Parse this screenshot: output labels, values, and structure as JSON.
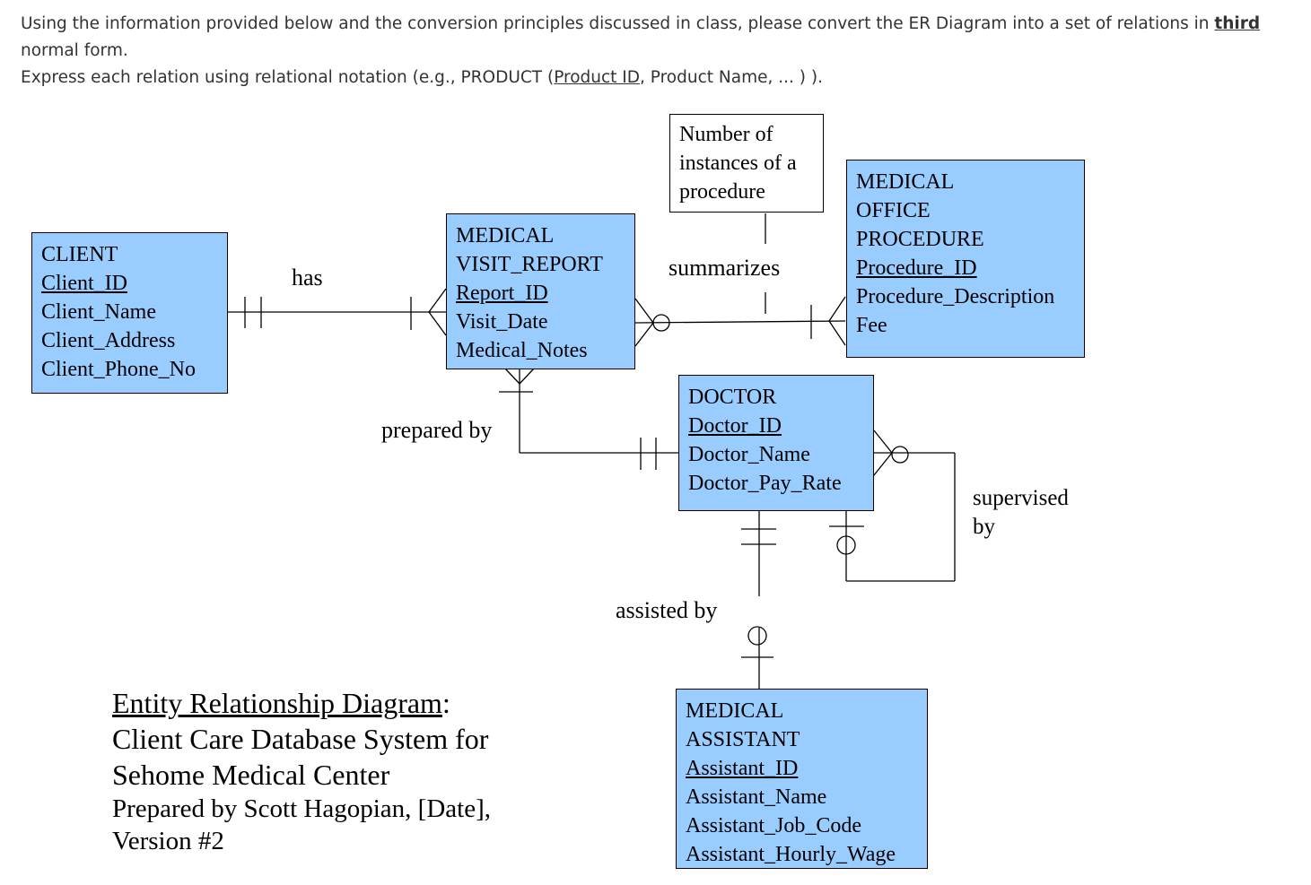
{
  "prompt": {
    "line1_pre": "Using the information provided below and the conversion principles discussed in class, please convert the ER Diagram into a set of relations in ",
    "line1_bold": "third",
    "line1_post": " normal form.",
    "line2_pre": "Express each relation using relational notation (e.g.,  PRODUCT (",
    "line2_key": "Product ID",
    "line2_post": ", Product Name, ... ) )."
  },
  "entities": {
    "client": {
      "name": "CLIENT",
      "key": "Client_ID",
      "attrs": [
        "Client_Name",
        "Client_Address",
        "Client_Phone_No"
      ]
    },
    "visit": {
      "name1": "MEDICAL",
      "name2": "VISIT_REPORT",
      "key": "Report_ID",
      "attrs": [
        "Visit_Date",
        "Medical_Notes"
      ]
    },
    "procedure": {
      "name1": "MEDICAL",
      "name2": "OFFICE",
      "name3": "PROCEDURE",
      "key": "Procedure_ID",
      "attrs": [
        "Procedure_Description",
        "Fee"
      ]
    },
    "doctor": {
      "name": "DOCTOR",
      "key": "Doctor_ID",
      "attrs": [
        "Doctor_Name",
        "Doctor_Pay_Rate"
      ]
    },
    "assistant": {
      "name1": "MEDICAL",
      "name2": "ASSISTANT",
      "key": "Assistant_ID",
      "attrs": [
        "Assistant_Name",
        "Assistant_Job_Code",
        "Assistant_Hourly_Wage"
      ]
    }
  },
  "note": {
    "lines": [
      "Number of",
      "instances of a",
      "procedure"
    ]
  },
  "relationships": {
    "has": "has",
    "summarizes": "summarizes",
    "prepared_by": "prepared by",
    "supervised_by_1": "supervised",
    "supervised_by_2": "by",
    "assisted_by": "assisted by"
  },
  "caption": {
    "line1_title": "Entity Relationship Diagram",
    "line1_colon": ":",
    "line2": "Client Care Database System for",
    "line3": "Sehome Medical Center",
    "line4": "Prepared by Scott Hagopian, [Date],",
    "line5": "Version #2"
  }
}
